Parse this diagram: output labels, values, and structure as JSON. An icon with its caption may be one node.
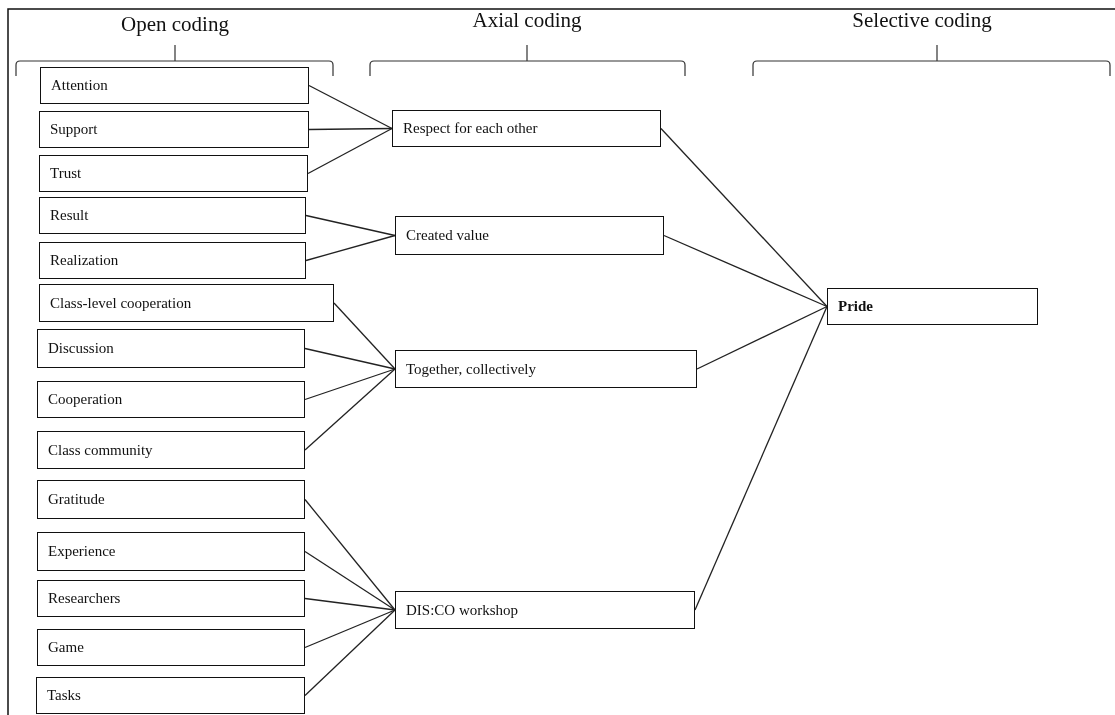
{
  "diagram": {
    "nodes": [
      {
        "text": [
          "Attention"
        ]
      },
      {
        "text": [
          "Support"
        ]
      },
      {
        "text": [
          "Trust"
        ]
      },
      {
        "text": [
          "Result"
        ]
      },
      {
        "text": [
          "Realization"
        ]
      },
      {
        "text": [
          "Class-level cooperation"
        ]
      },
      {
        "text": [
          "Discussion"
        ]
      },
      {
        "text": [
          "Cooperation"
        ]
      },
      {
        "text": [
          "Class community"
        ]
      },
      {
        "text": [
          "Gratitude"
        ]
      },
      {
        "text": [
          "Experience"
        ]
      },
      {
        "text": [
          "Researchers"
        ]
      },
      {
        "text": [
          "Game"
        ]
      },
      {
        "text": [
          "Tasks"
        ]
      },
      {
        "text": [
          "Respect for each other"
        ]
      },
      {
        "text": [
          "Created value"
        ]
      },
      {
        "text": [
          "Together, collectively"
        ]
      },
      {
        "text": [
          "DIS:CO workshop"
        ]
      },
      {
        "text": [
          "Pride"
        ]
      }
    ],
    "edges": [
      {
        "from": 0,
        "to": 14,
        "arrow": "none"
      },
      {
        "from": 1,
        "to": 14,
        "arrow": "none"
      },
      {
        "from": 2,
        "to": 14,
        "arrow": "none"
      },
      {
        "from": 3,
        "to": 15,
        "arrow": "none"
      },
      {
        "from": 4,
        "to": 15,
        "arrow": "none"
      },
      {
        "from": 5,
        "to": 16,
        "arrow": "none"
      },
      {
        "from": 6,
        "to": 16,
        "arrow": "none"
      },
      {
        "from": 7,
        "to": 16,
        "arrow": "none"
      },
      {
        "from": 8,
        "to": 16,
        "arrow": "none"
      },
      {
        "from": 9,
        "to": 17,
        "arrow": "none"
      },
      {
        "from": 10,
        "to": 17,
        "arrow": "none"
      },
      {
        "from": 11,
        "to": 17,
        "arrow": "none"
      },
      {
        "from": 12,
        "to": 17,
        "arrow": "none"
      },
      {
        "from": 13,
        "to": 17,
        "arrow": "none"
      },
      {
        "from": 14,
        "to": 18,
        "arrow": "none"
      },
      {
        "from": 15,
        "to": 18,
        "arrow": "none"
      },
      {
        "from": 16,
        "to": 18,
        "arrow": "none"
      },
      {
        "from": 17,
        "to": 18,
        "arrow": "none"
      }
    ],
    "labels": [
      "Open coding",
      "Axial coding",
      "Selective coding"
    ]
  }
}
